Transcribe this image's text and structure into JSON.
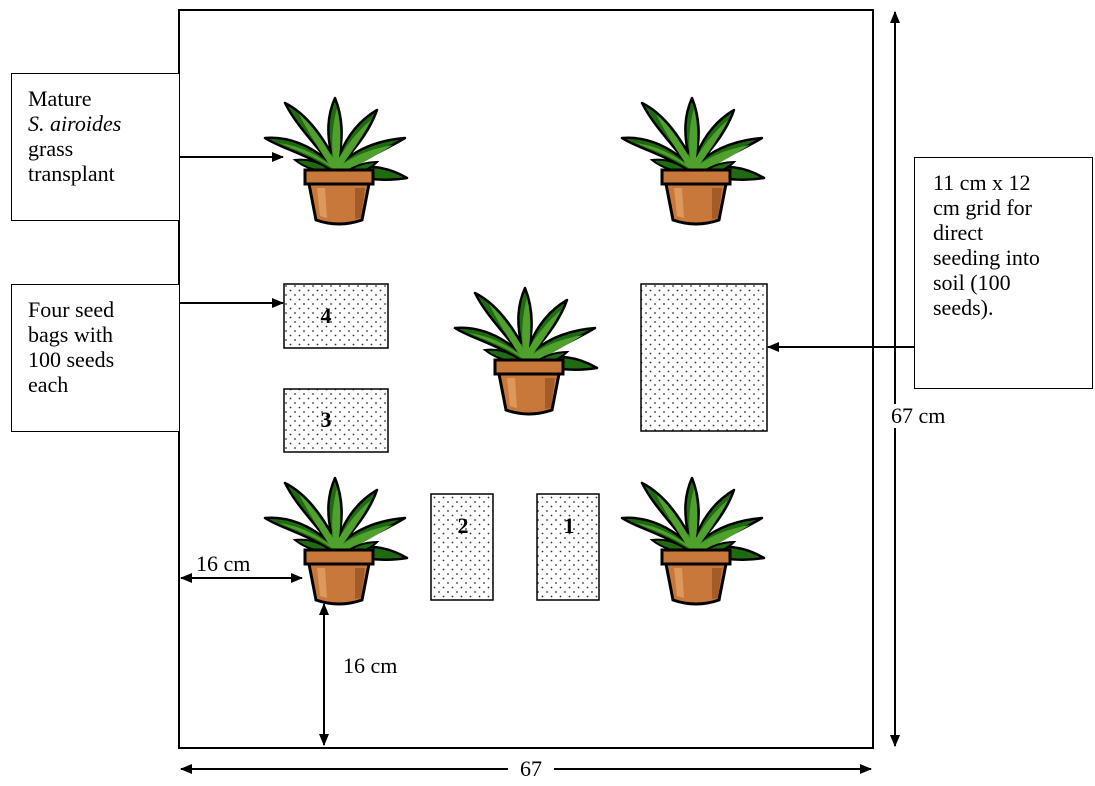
{
  "callouts": {
    "transplant": {
      "line1": "Mature",
      "line2": "S. airoides",
      "line3": "grass",
      "line4": "transplant"
    },
    "seed_bags": {
      "line1": "Four seed",
      "line2": "bags with",
      "line3": "100 seeds",
      "line4": "each"
    },
    "grid": {
      "line1": "11 cm x 12",
      "line2": "cm grid for",
      "line3": "direct",
      "line4": "seeding into",
      "line5": "soil (100",
      "line6": "seeds)."
    }
  },
  "dimensions": {
    "height": "67 cm",
    "width": "67",
    "left_offset": "16 cm",
    "bottom_offset": "16 cm"
  },
  "seed_bags": [
    {
      "label": "4"
    },
    {
      "label": "3"
    },
    {
      "label": "2"
    },
    {
      "label": "1"
    }
  ],
  "colors": {
    "leaf_dark": "#1f6b12",
    "leaf_light": "#4fa02c",
    "pot": "#c8783a",
    "pot_dark": "#8a4a1c",
    "outline": "#000000"
  }
}
